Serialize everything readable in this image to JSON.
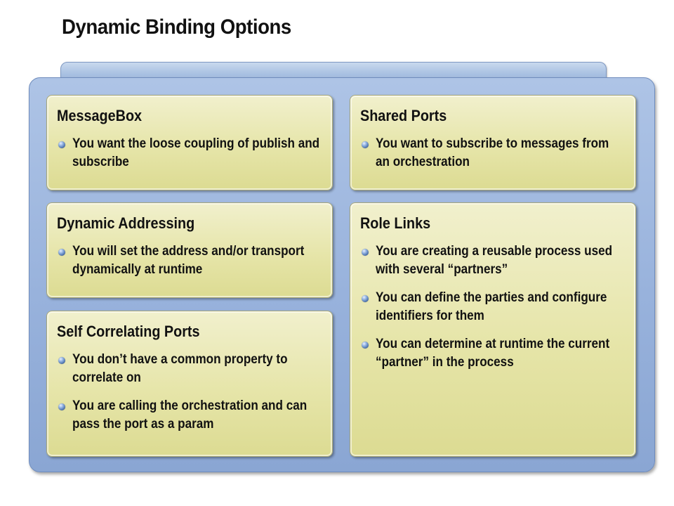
{
  "slide": {
    "title": "Dynamic Binding Options"
  },
  "cards": {
    "messagebox": {
      "title": "MessageBox",
      "bullets": [
        "You want the loose coupling of publish and subscribe"
      ]
    },
    "shared_ports": {
      "title": "Shared Ports",
      "bullets": [
        "You want to subscribe to messages from an orchestration"
      ]
    },
    "dynamic_addressing": {
      "title": "Dynamic Addressing",
      "bullets": [
        "You will set the address and/or transport dynamically at runtime"
      ]
    },
    "role_links": {
      "title": "Role Links",
      "bullets": [
        "You are creating a reusable process used with several “partners”",
        "You can define the parties and configure identifiers for them",
        "You can determine at runtime the current “partner” in the process"
      ]
    },
    "self_correlating_ports": {
      "title": "Self Correlating Ports",
      "bullets": [
        "You don’t have a common property to correlate on",
        "You are calling the orchestration and can pass the port as a param"
      ]
    }
  },
  "icons": {
    "bullet": "bullet-sphere-icon"
  },
  "colors": {
    "panel": "#98b2dc",
    "card": "#e6e5a9",
    "text": "#111111"
  }
}
